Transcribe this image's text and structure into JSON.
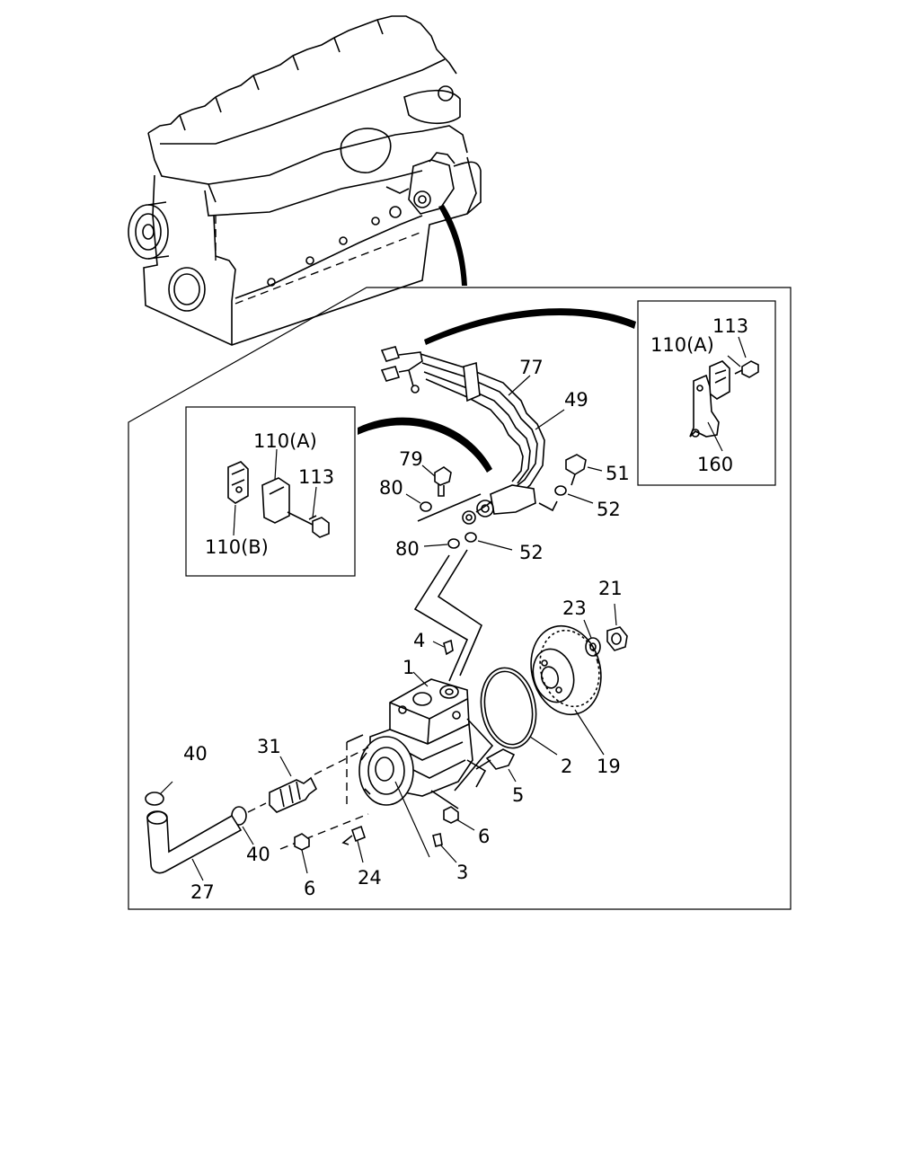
{
  "callouts": {
    "c113_top": "113",
    "c110a_top": "110(A)",
    "c160": "160",
    "c77": "77",
    "c49": "49",
    "c79": "79",
    "c80_upper": "80",
    "c80_lower": "80",
    "c51": "51",
    "c52_upper": "52",
    "c52_lower": "52",
    "c110a_left": "110(A)",
    "c113_left": "113",
    "c110b": "110(B)",
    "c23": "23",
    "c21": "21",
    "c4": "4",
    "c1": "1",
    "c2": "2",
    "c19": "19",
    "c40_upper": "40",
    "c40_lower": "40",
    "c31": "31",
    "c5": "5",
    "c6_right": "6",
    "c6_left": "6",
    "c24": "24",
    "c3": "3",
    "c27": "27"
  }
}
